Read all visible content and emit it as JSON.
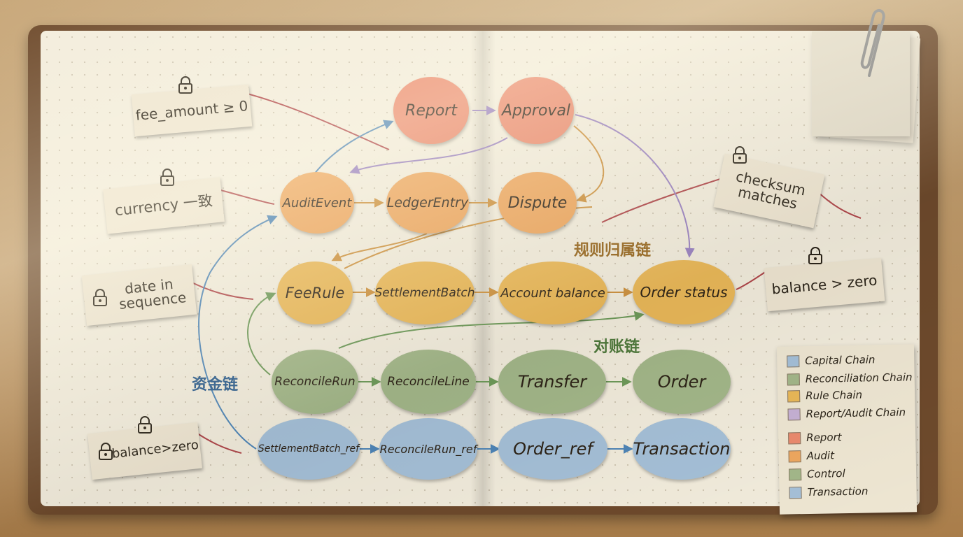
{
  "nodes": {
    "report": "Report",
    "approval": "Approval",
    "auditevent": "AuditEvent",
    "ledgerentry": "LedgerEntry",
    "dispute": "Dispute",
    "feerule": "FeeRule",
    "settlementbatch": "SettlementBatch",
    "accountbalance": "Account balance",
    "orderstatus": "Order status",
    "reconcilerun": "ReconcileRun",
    "reconcileline": "ReconcileLine",
    "transfer": "Transfer",
    "order": "Order",
    "settlementbatch_ref": "SettlementBatch_ref",
    "reconcilerun_ref": "ReconcileRun_ref",
    "order_ref": "Order_ref",
    "transaction": "Transaction"
  },
  "constraints": {
    "fee_amount": "fee_amount ≥ 0",
    "currency": "currency 一致",
    "date": "date in sequence",
    "balance_left": "balance>zero",
    "checksum": "checksum matches",
    "balance_right": "balance > zero"
  },
  "chain_labels": {
    "rule": "规则归属链",
    "reconcile": "对账链",
    "capital": "资金链"
  },
  "legend": {
    "chains": [
      {
        "label": "Capital Chain",
        "color": "#a6c1d9"
      },
      {
        "label": "Reconciliation Chain",
        "color": "#a4b88a"
      },
      {
        "label": "Rule Chain",
        "color": "#ebb959"
      },
      {
        "label": "Report/Audit Chain",
        "color": "#c7b2d6"
      }
    ],
    "categories": [
      {
        "label": "Report",
        "color": "#ec8b6f"
      },
      {
        "label": "Audit",
        "color": "#efa860"
      },
      {
        "label": "Control",
        "color": "#a4b88a"
      },
      {
        "label": "Transaction",
        "color": "#a6c1d9"
      }
    ]
  },
  "colors": {
    "capital": "#4f86b8",
    "reconcile": "#6f9b5a",
    "rule": "#cf9340",
    "audit": "#9b83c2",
    "pin_string": "#b0464a"
  }
}
